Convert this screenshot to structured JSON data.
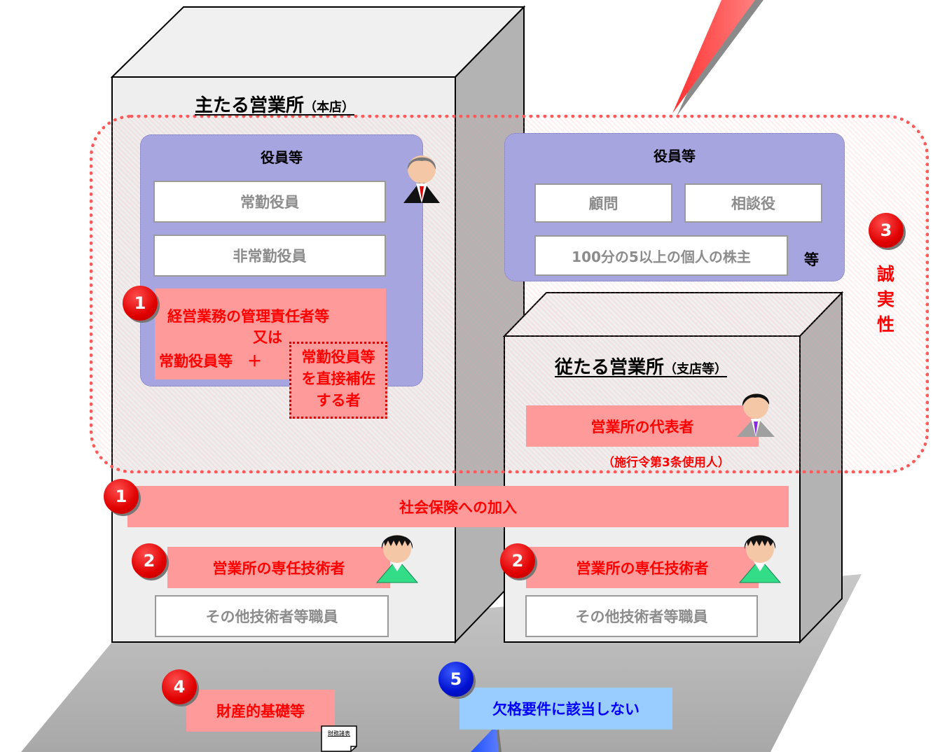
{
  "main_office": {
    "title": "主たる営業所",
    "title_suffix": "（本店）",
    "officers": {
      "title": "役員等",
      "items": [
        "常勤役員",
        "非常勤役員"
      ]
    },
    "management": {
      "badge": "1",
      "line1": "経営業務の管理責任者等",
      "line2": "又は",
      "line3_left": "常勤役員等　＋",
      "assistant": [
        "常勤役員等",
        "を直接補佐",
        "する者"
      ]
    },
    "engineer": {
      "badge": "2",
      "label": "営業所の専任技術者"
    },
    "other_staff": "その他技術者等職員"
  },
  "other_officers": {
    "title": "役員等",
    "items": [
      "顧問",
      "相談役"
    ],
    "shareholder": "100分の5以上の個人の株主",
    "suffix": "等"
  },
  "branch_office": {
    "title": "従たる営業所",
    "title_suffix": "（支店等）",
    "representative": "営業所の代表者",
    "representative_note": "（施行令第3条使用人）",
    "engineer": {
      "badge": "2",
      "label": "営業所の専任技術者"
    },
    "other_staff": "その他技術者等職員"
  },
  "integrity": {
    "badge": "3",
    "chars": [
      "誠",
      "実",
      "性"
    ]
  },
  "social_insurance": {
    "badge": "1",
    "label": "社会保険への加入"
  },
  "financial": {
    "badge": "4",
    "label": "財産的基礎等",
    "doc_label": "財務諸表"
  },
  "disqualification": {
    "badge": "5",
    "label": "欠格要件に該当しない"
  },
  "colors": {
    "requirement_fill": "#ff9a9a",
    "requirement_text": "#ff0000",
    "officers_fill": "#a7a5df",
    "integrity_border": "#ff5a5a",
    "disqualification_fill": "#99ccff",
    "disqualification_text": "#0000ff"
  }
}
